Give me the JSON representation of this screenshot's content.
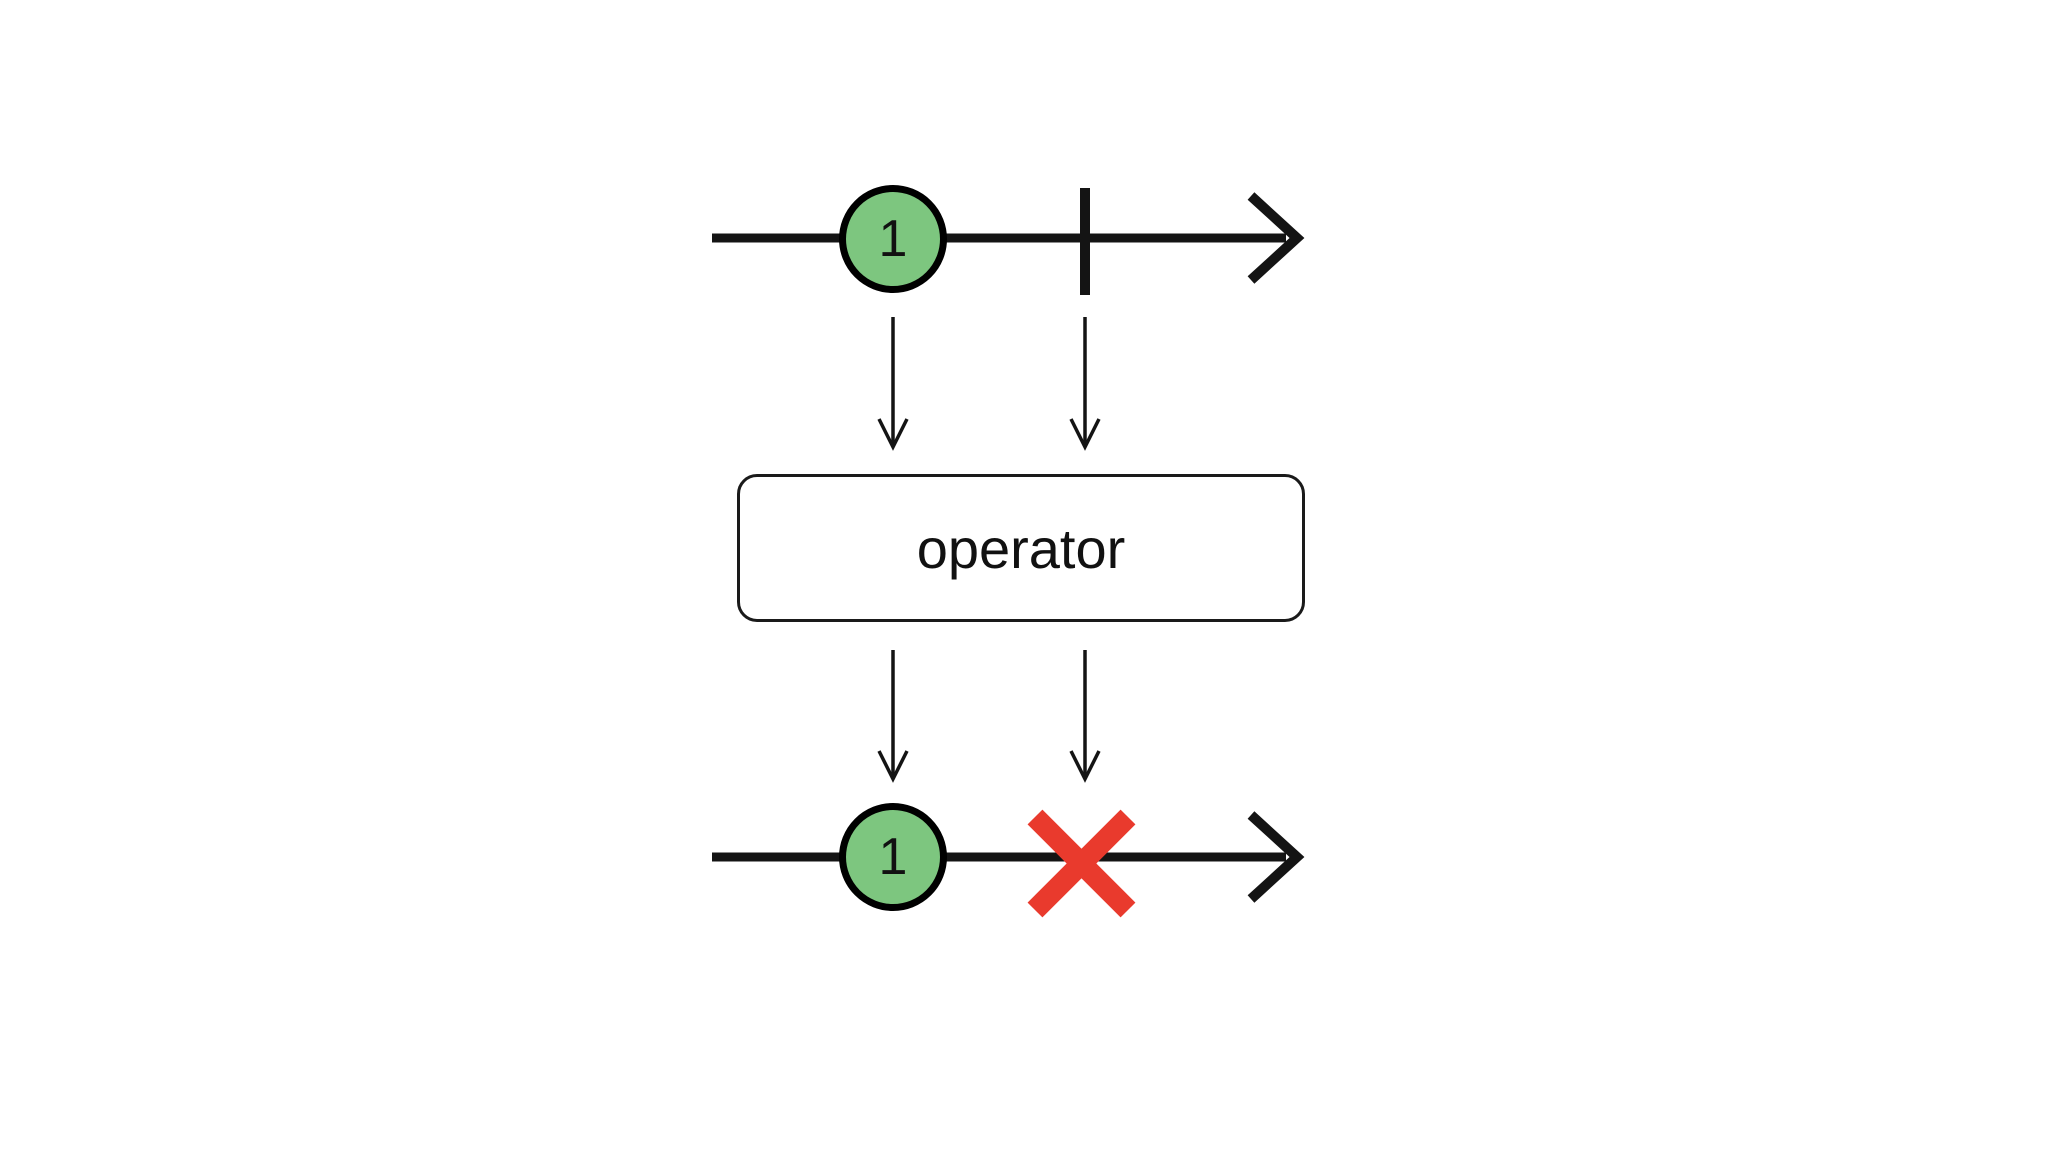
{
  "diagram": {
    "type": "marble-diagram",
    "operator": {
      "label": "operator"
    },
    "input_stream": {
      "events": [
        {
          "type": "next",
          "value": "1"
        },
        {
          "type": "complete"
        }
      ]
    },
    "output_stream": {
      "events": [
        {
          "type": "next",
          "value": "1"
        },
        {
          "type": "error"
        }
      ]
    },
    "icons": {
      "timeline_arrowhead": "right-chevron-arrowhead",
      "complete_mark": "vertical-tick",
      "error_mark": "red-x"
    },
    "colors": {
      "background": "#ffffff",
      "timeline": "#141414",
      "marble_fill": "#7dc67f",
      "marble_border": "#000000",
      "box_background": "#ffffff",
      "box_border": "#1a1a1a",
      "error": "#e93a2d",
      "text": "#111111"
    }
  }
}
